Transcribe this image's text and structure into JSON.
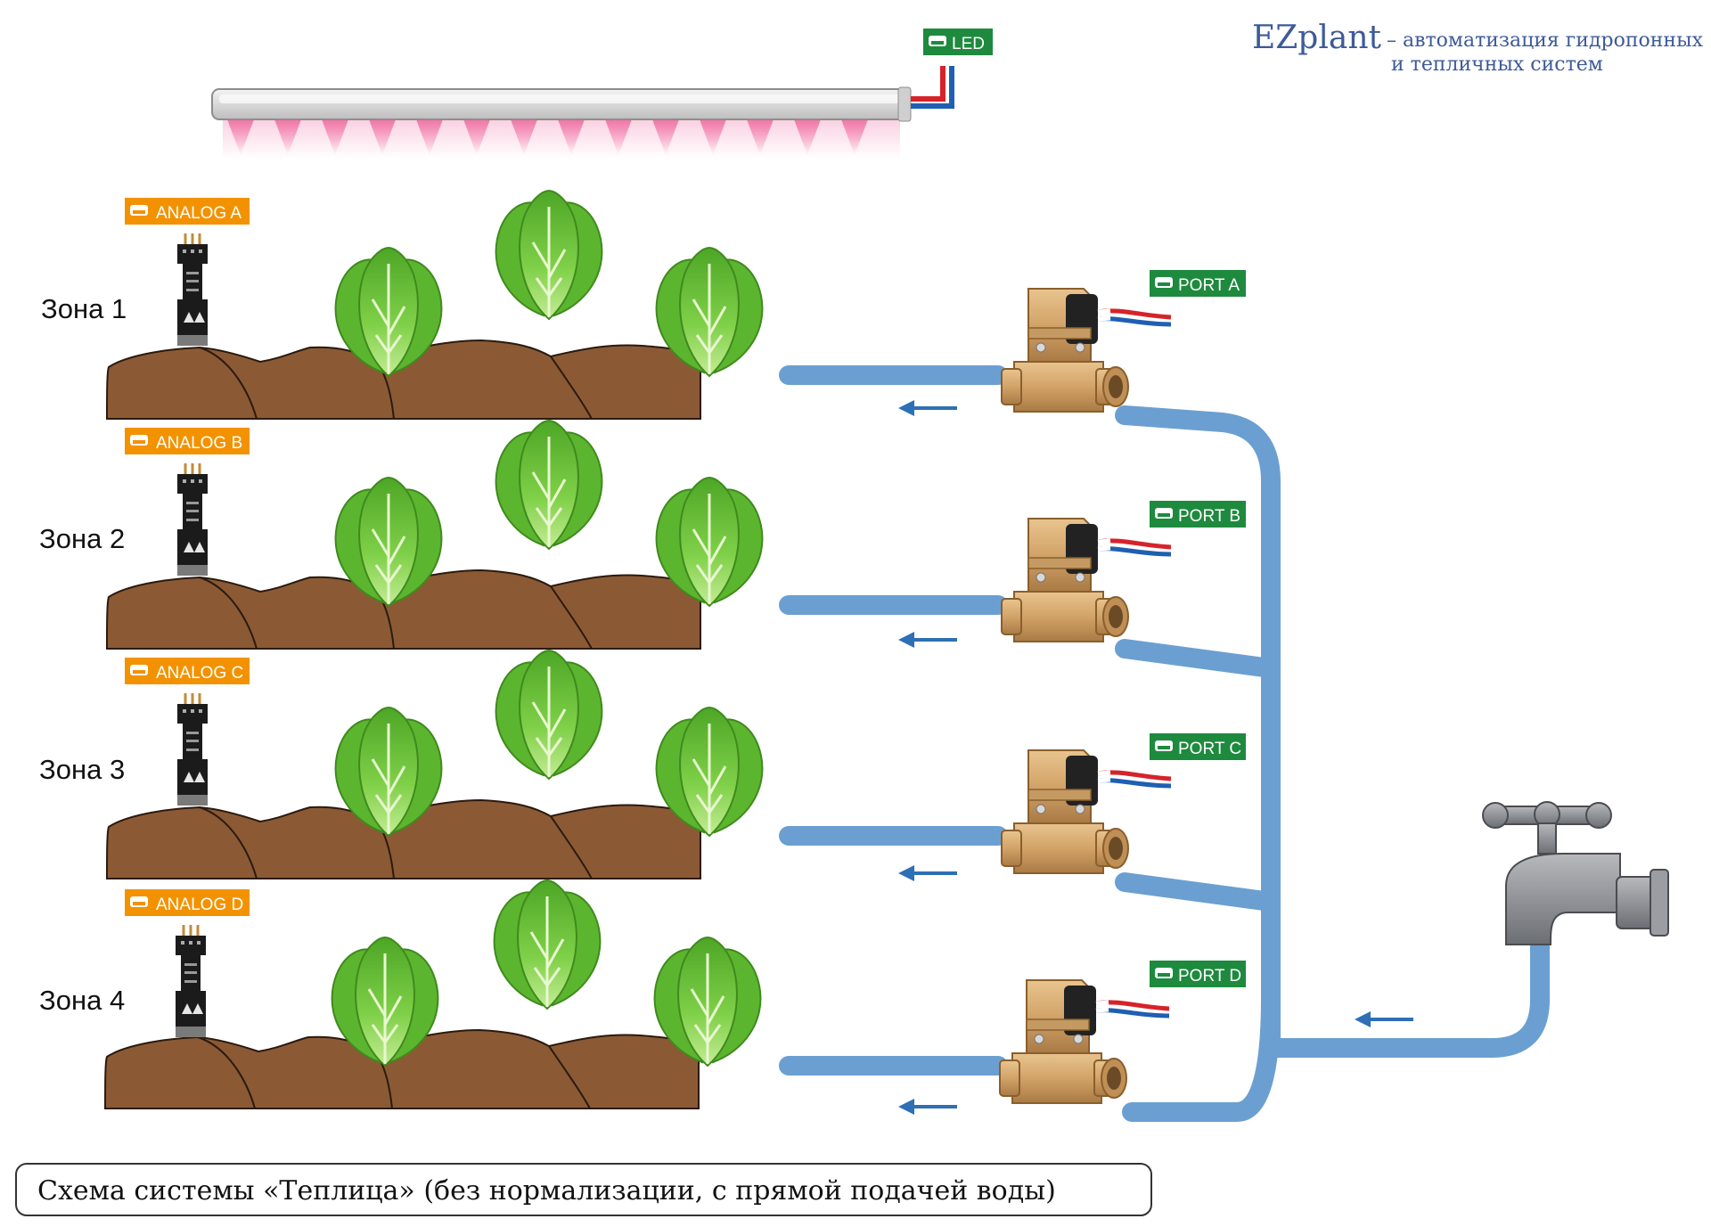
{
  "brand": {
    "name": "EZplant",
    "tagline_line1": "– автоматизация гидропонных",
    "tagline_line2": "и тепличных систем"
  },
  "led": {
    "label": "LED"
  },
  "zones": [
    {
      "label": "Зона 1",
      "sensor": "ANALOG A",
      "port": "PORT A"
    },
    {
      "label": "Зона 2",
      "sensor": "ANALOG B",
      "port": "PORT B"
    },
    {
      "label": "Зона 3",
      "sensor": "ANALOG C",
      "port": "PORT C"
    },
    {
      "label": "Зона 4",
      "sensor": "ANALOG D",
      "port": "PORT D"
    }
  ],
  "caption": "Схема системы «Теплица» (без нормализации, с прямой подачей воды)",
  "colors": {
    "brand_blue": "#3d5a99",
    "tag_green": "#1e8a3e",
    "tag_orange": "#f39200",
    "soil": "#8b5a34",
    "pipe": "#6b9fd1",
    "arrow": "#2e6fb5",
    "lettuce": "#6ec63c"
  },
  "icons": [
    "led-strip-icon",
    "soil-sensor-icon",
    "solenoid-valve-icon",
    "water-tap-icon",
    "lettuce-icon",
    "flow-arrow-icon",
    "module-tag-icon"
  ]
}
